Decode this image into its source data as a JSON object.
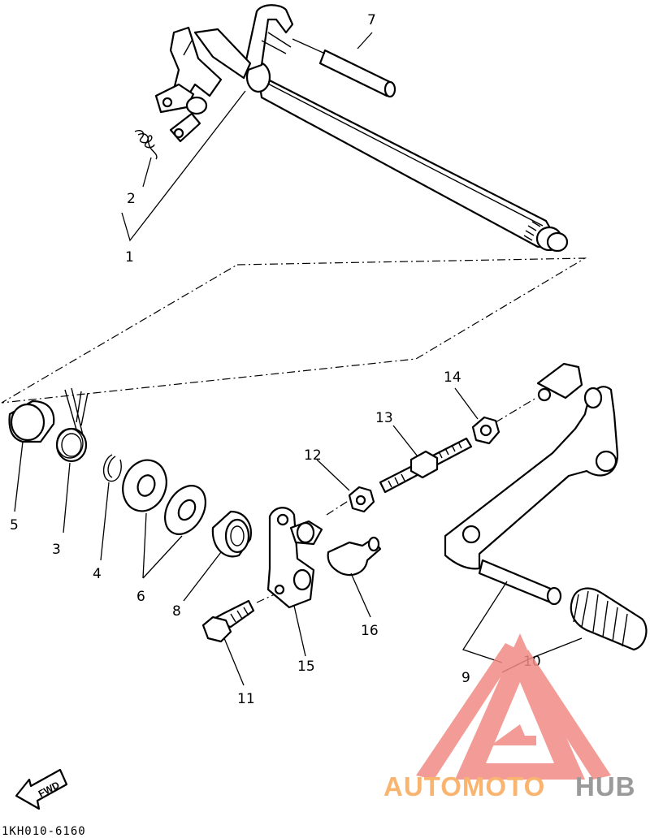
{
  "callouts": {
    "c1": "1",
    "c2": "2",
    "c3": "3",
    "c4": "4",
    "c5": "5",
    "c6": "6",
    "c7": "7",
    "c8": "8",
    "c9": "9",
    "c10": "10",
    "c11": "11",
    "c12": "12",
    "c13": "13",
    "c14": "14",
    "c15": "15",
    "c16": "16"
  },
  "fwd_label": "FWD",
  "diagram_code": "1KH010-6160",
  "watermark": {
    "part1": "AUTOMOTO",
    "part2": "HUB",
    "color_part1": "#f9b470",
    "color_part2": "#9a9a9a",
    "triangle_color": "#f28b86"
  }
}
